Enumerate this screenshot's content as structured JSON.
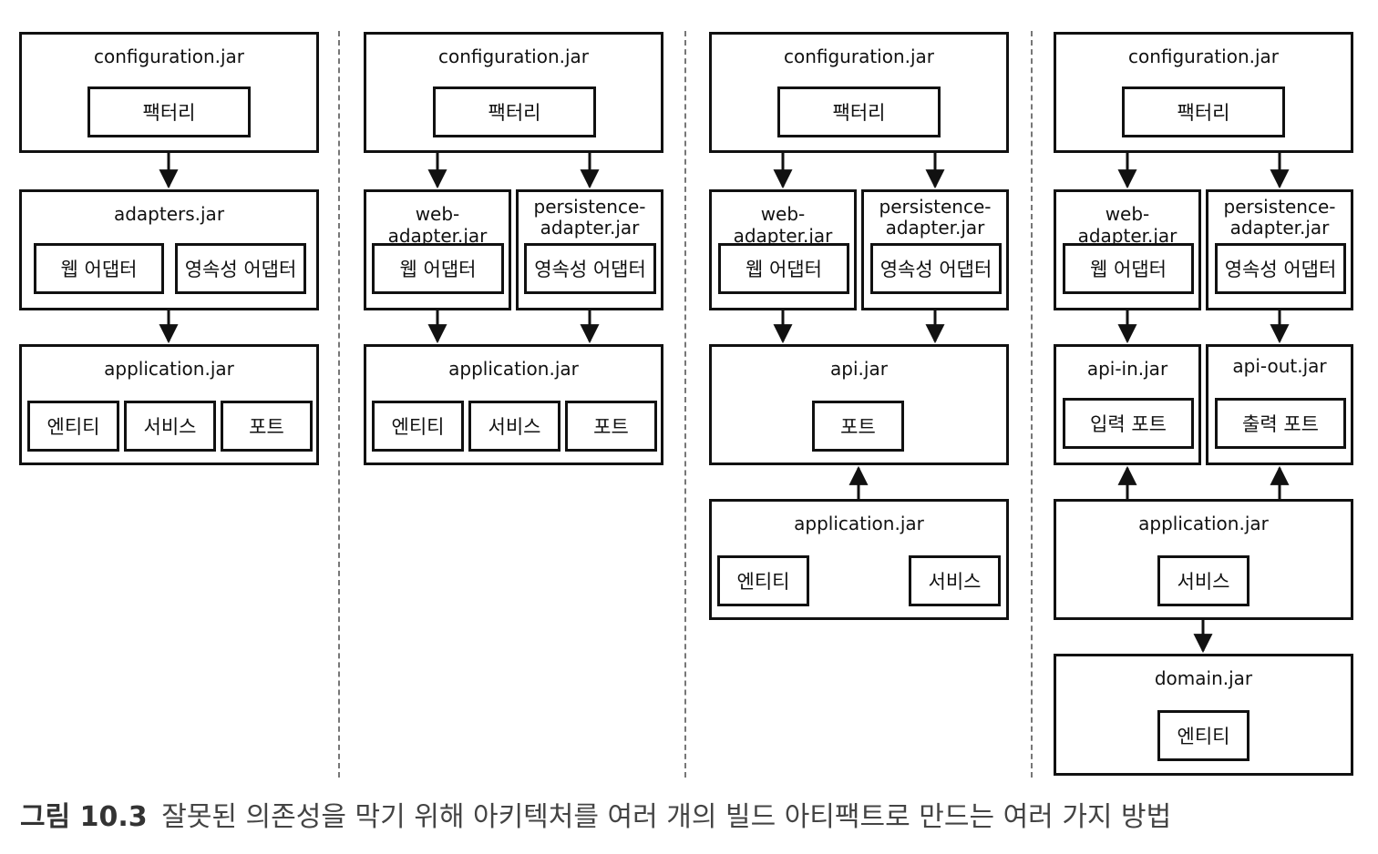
{
  "caption": {
    "label": "그림 10.3",
    "text": "잘못된 의존성을 막기 위해 아키텍처를 여러 개의 빌드 아티팩트로 만드는 여러 가지 방법"
  },
  "diagrams": [
    {
      "configuration": {
        "title": "configuration.jar",
        "factory": "팩터리"
      },
      "adapters": {
        "title": "adapters.jar",
        "web": "웹 어댑터",
        "persistence": "영속성 어댑터"
      },
      "application": {
        "title": "application.jar",
        "entity": "엔티티",
        "service": "서비스",
        "port": "포트"
      }
    },
    {
      "configuration": {
        "title": "configuration.jar",
        "factory": "팩터리"
      },
      "web_adapter": {
        "title": "web-adapter.jar",
        "item": "웹 어댑터"
      },
      "persistence_adapter": {
        "title_line1": "persistence-",
        "title_line2": "adapter.jar",
        "item": "영속성 어댑터"
      },
      "application": {
        "title": "application.jar",
        "entity": "엔티티",
        "service": "서비스",
        "port": "포트"
      }
    },
    {
      "configuration": {
        "title": "configuration.jar",
        "factory": "팩터리"
      },
      "web_adapter": {
        "title": "web-adapter.jar",
        "item": "웹 어댑터"
      },
      "persistence_adapter": {
        "title_line1": "persistence-",
        "title_line2": "adapter.jar",
        "item": "영속성 어댑터"
      },
      "api": {
        "title": "api.jar",
        "port": "포트"
      },
      "application": {
        "title": "application.jar",
        "entity": "엔티티",
        "service": "서비스"
      }
    },
    {
      "configuration": {
        "title": "configuration.jar",
        "factory": "팩터리"
      },
      "web_adapter": {
        "title": "web-adapter.jar",
        "item": "웹 어댑터"
      },
      "persistence_adapter": {
        "title_line1": "persistence-",
        "title_line2": "adapter.jar",
        "item": "영속성 어댑터"
      },
      "api_in": {
        "title": "api-in.jar",
        "port": "입력 포트"
      },
      "api_out": {
        "title": "api-out.jar",
        "port": "출력 포트"
      },
      "application": {
        "title": "application.jar",
        "service": "서비스"
      },
      "domain": {
        "title": "domain.jar",
        "entity": "엔티티"
      }
    }
  ]
}
